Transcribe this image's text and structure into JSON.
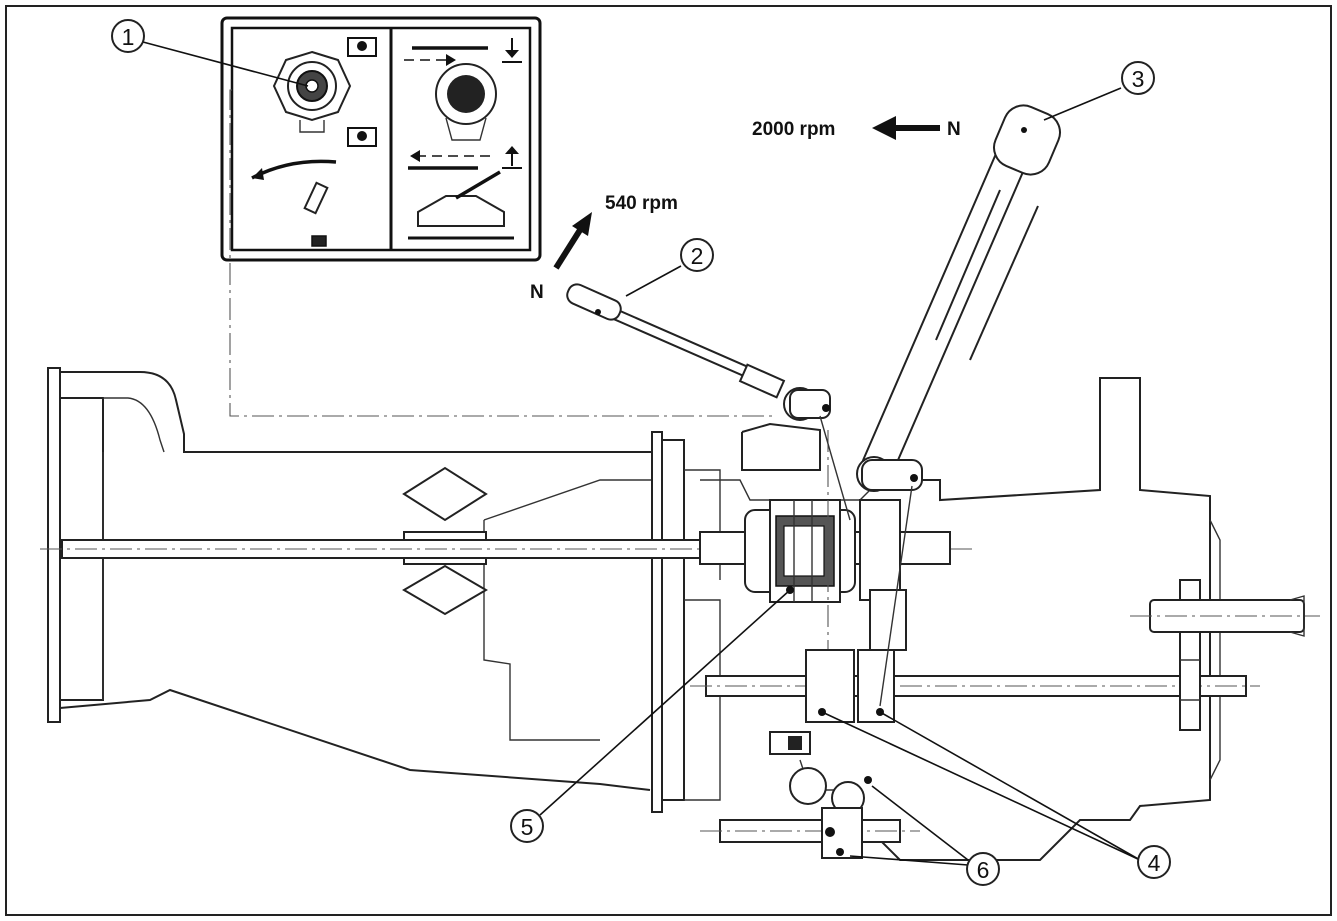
{
  "callouts": [
    "1",
    "2",
    "3",
    "4",
    "5",
    "6"
  ],
  "labels": {
    "rpm_2000": "2000 rpm",
    "rpm_540": "540 rpm",
    "neutral_lever3": "N",
    "neutral_lever2": "N"
  }
}
